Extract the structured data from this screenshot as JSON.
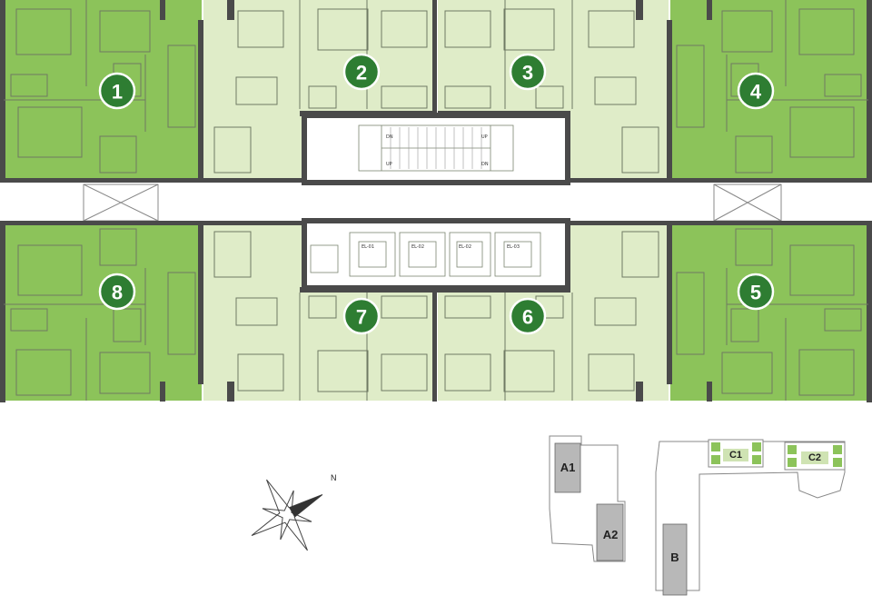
{
  "apartments": [
    {
      "label": "1"
    },
    {
      "label": "2"
    },
    {
      "label": "3"
    },
    {
      "label": "4"
    },
    {
      "label": "5"
    },
    {
      "label": "6"
    },
    {
      "label": "7"
    },
    {
      "label": "8"
    }
  ],
  "core": {
    "elevators": [
      "EL-01",
      "EL-02",
      "EL-02",
      "EL-03"
    ],
    "stair_up": "UP",
    "stair_dn": "DN"
  },
  "compass": {
    "north": "N"
  },
  "site_plan": {
    "blocks": [
      "A1",
      "A2",
      "B",
      "C1",
      "C2"
    ]
  },
  "colors": {
    "highlighted_unit": "#8cc35a",
    "other_unit": "#dfecc8",
    "badge": "#2e7d32",
    "walls": "#4a4a4a"
  }
}
